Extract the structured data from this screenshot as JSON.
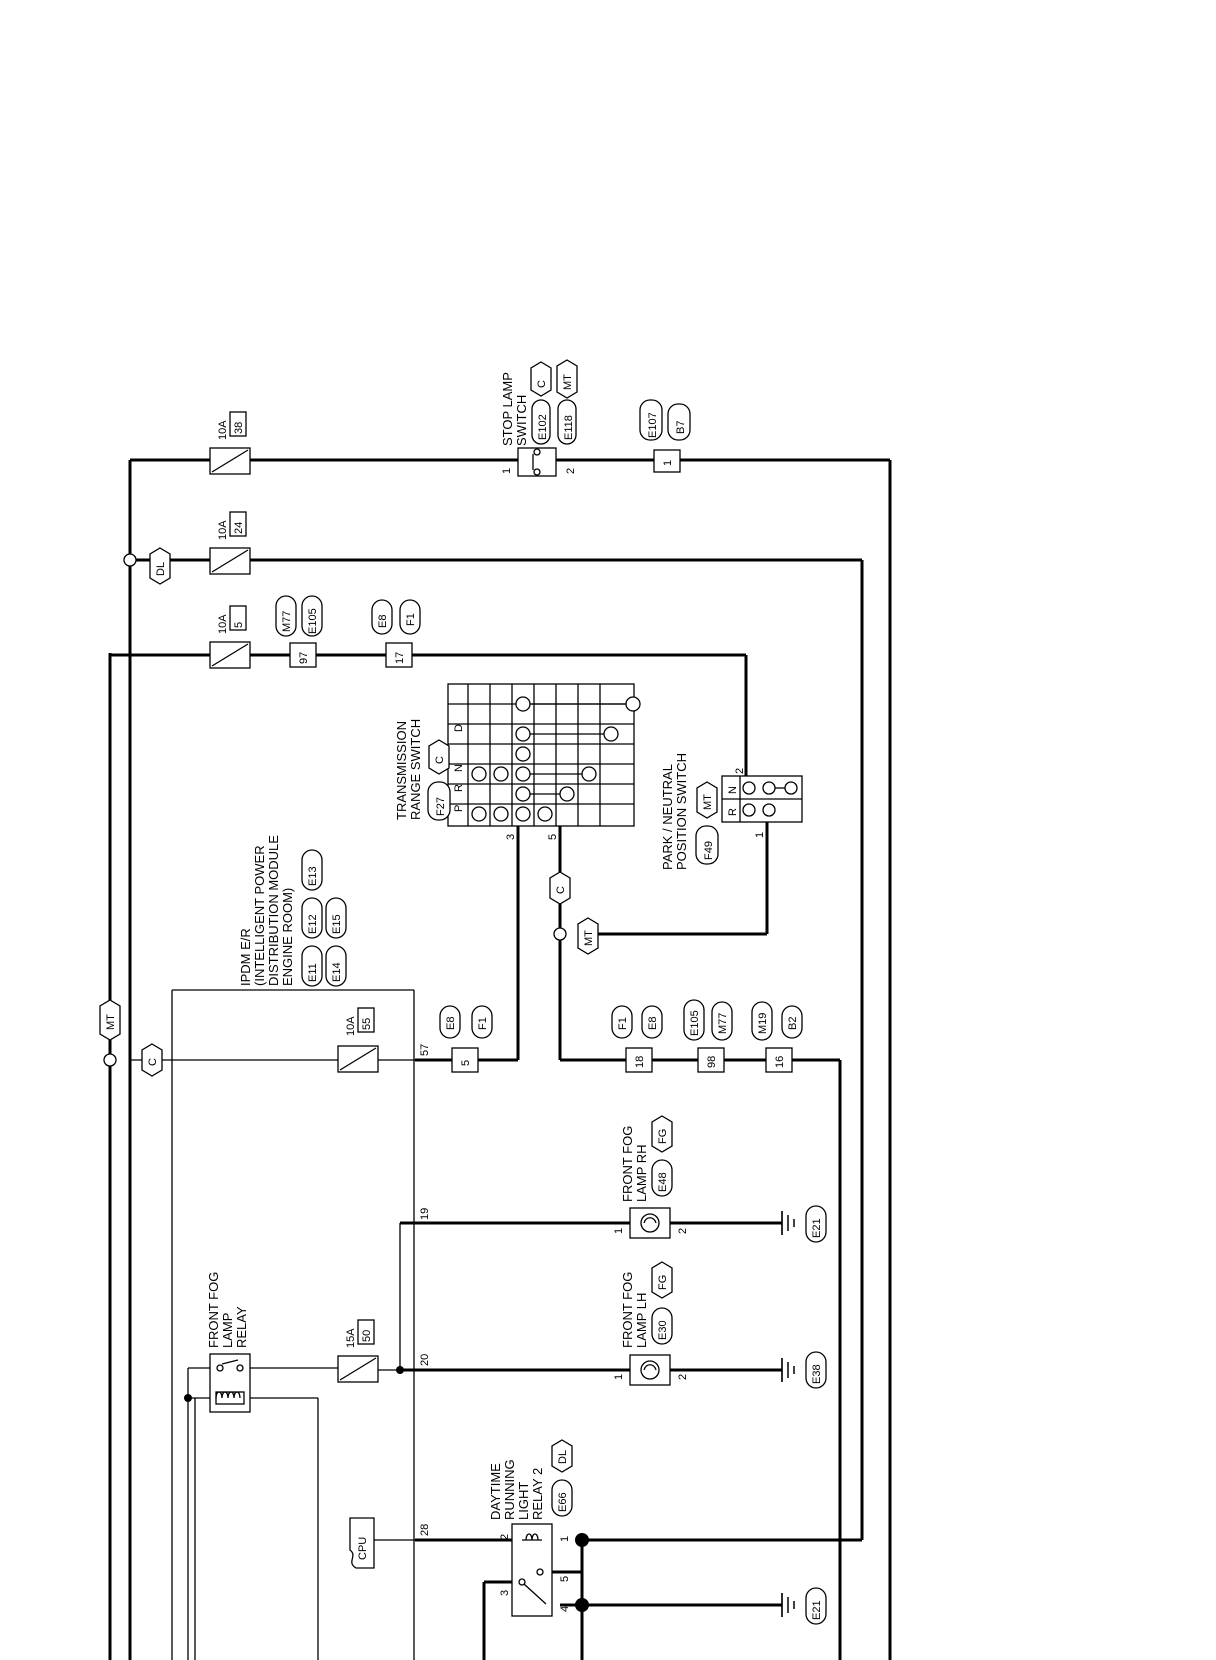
{
  "fuses": {
    "f38": {
      "amp": "10A",
      "num": "38"
    },
    "f24": {
      "amp": "10A",
      "num": "24"
    },
    "f5": {
      "amp": "10A",
      "num": "5"
    },
    "f55": {
      "amp": "10A",
      "num": "55"
    },
    "f50": {
      "amp": "15A",
      "num": "50"
    }
  },
  "tags": {
    "dl": "DL",
    "mt": "MT",
    "c": "C",
    "fg": "FG"
  },
  "stop_lamp": {
    "l1": "STOP LAMP",
    "l2": "SWITCH",
    "conn1": "E102",
    "conn2": "E118",
    "pin1": "1",
    "pin2": "2"
  },
  "e107_b7": {
    "conn1": "E107",
    "conn2": "B7",
    "pin": "1"
  },
  "j97": {
    "conn1": "M77",
    "conn2": "E105",
    "pin": "97"
  },
  "j17": {
    "conn1": "E8",
    "conn2": "F1",
    "pin": "17"
  },
  "trs": {
    "l1": "TRANSMISSION",
    "l2": "RANGE SWITCH",
    "conn": "F27",
    "positions": [
      "P",
      "R",
      "N",
      "D"
    ],
    "pin3": "3",
    "pin5": "5"
  },
  "pnp": {
    "l1": "PARK / NEUTRAL",
    "l2": "POSITION SWITCH",
    "conn": "F49",
    "positions": [
      "R",
      "N"
    ],
    "pin1": "1",
    "pin2": "2"
  },
  "ipdm": {
    "l1": "IPDM E/R",
    "l2": "(INTELLIGENT POWER",
    "l3": "DISTRIBUTION MODULE",
    "l4": "ENGINE ROOM)",
    "conns": [
      "E11",
      "E12",
      "E13",
      "E14",
      "E15"
    ],
    "pins": {
      "p57": "57",
      "p19": "19",
      "p20": "20",
      "p28": "28"
    },
    "cpu": "CPU"
  },
  "j5": {
    "conn1": "E8",
    "conn2": "F1",
    "pin": "5"
  },
  "j18": {
    "conn1": "F1",
    "conn2": "E8",
    "pin": "18"
  },
  "j98": {
    "conn1": "E105",
    "conn2": "M77",
    "pin": "98"
  },
  "j16": {
    "conn1": "M19",
    "conn2": "B2",
    "pin": "16"
  },
  "fog_rh": {
    "l1": "FRONT FOG",
    "l2": "LAMP RH",
    "conn": "E48",
    "pin1": "1",
    "pin2": "2",
    "ground": "E21"
  },
  "fog_lh": {
    "l1": "FRONT FOG",
    "l2": "LAMP LH",
    "conn": "E30",
    "pin1": "1",
    "pin2": "2",
    "ground": "E38"
  },
  "fog_relay": {
    "l1": "FRONT FOG",
    "l2": "LAMP",
    "l3": "RELAY"
  },
  "drl_relay": {
    "l1": "DAYTIME",
    "l2": "RUNNING",
    "l3": "LIGHT",
    "l4": "RELAY 2",
    "conn": "E66",
    "pins": {
      "p1": "1",
      "p2": "2",
      "p3": "3",
      "p4": "4",
      "p5": "5"
    },
    "ground": "E21"
  }
}
